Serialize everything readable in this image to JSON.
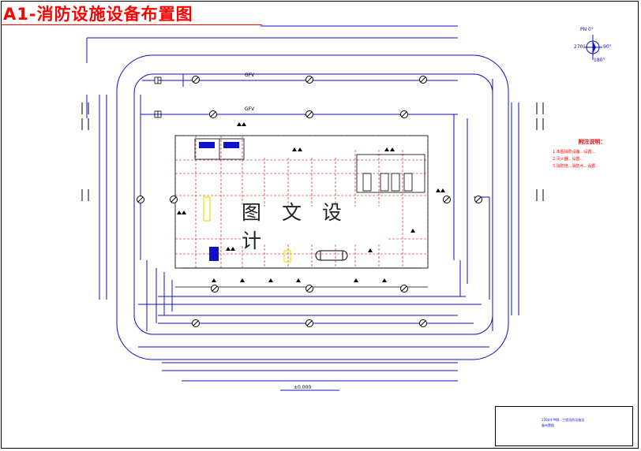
{
  "title": "A1-消防设施设备布置图",
  "watermark": "图 文 设 计",
  "compass": {
    "north": "PN",
    "north_angle": "0°",
    "east": "90°",
    "south": "180°",
    "west": "270°"
  },
  "pipes": {
    "upper": "GFV",
    "lower": "GFV"
  },
  "notes": {
    "title": "附注说明：",
    "items": [
      "1.本图消防设备...设置...",
      "2.灭火器...设置...",
      "3.消防栓...消防水...设置..."
    ]
  },
  "ground_label": "±0.000",
  "title_block": {
    "drawing_title": "150t/d 甲醇...工程消防设施设备布置图"
  },
  "colors": {
    "line": "#1010c8",
    "accent": "#ff0000",
    "device": "#000000",
    "highlight": "#e6e600"
  }
}
